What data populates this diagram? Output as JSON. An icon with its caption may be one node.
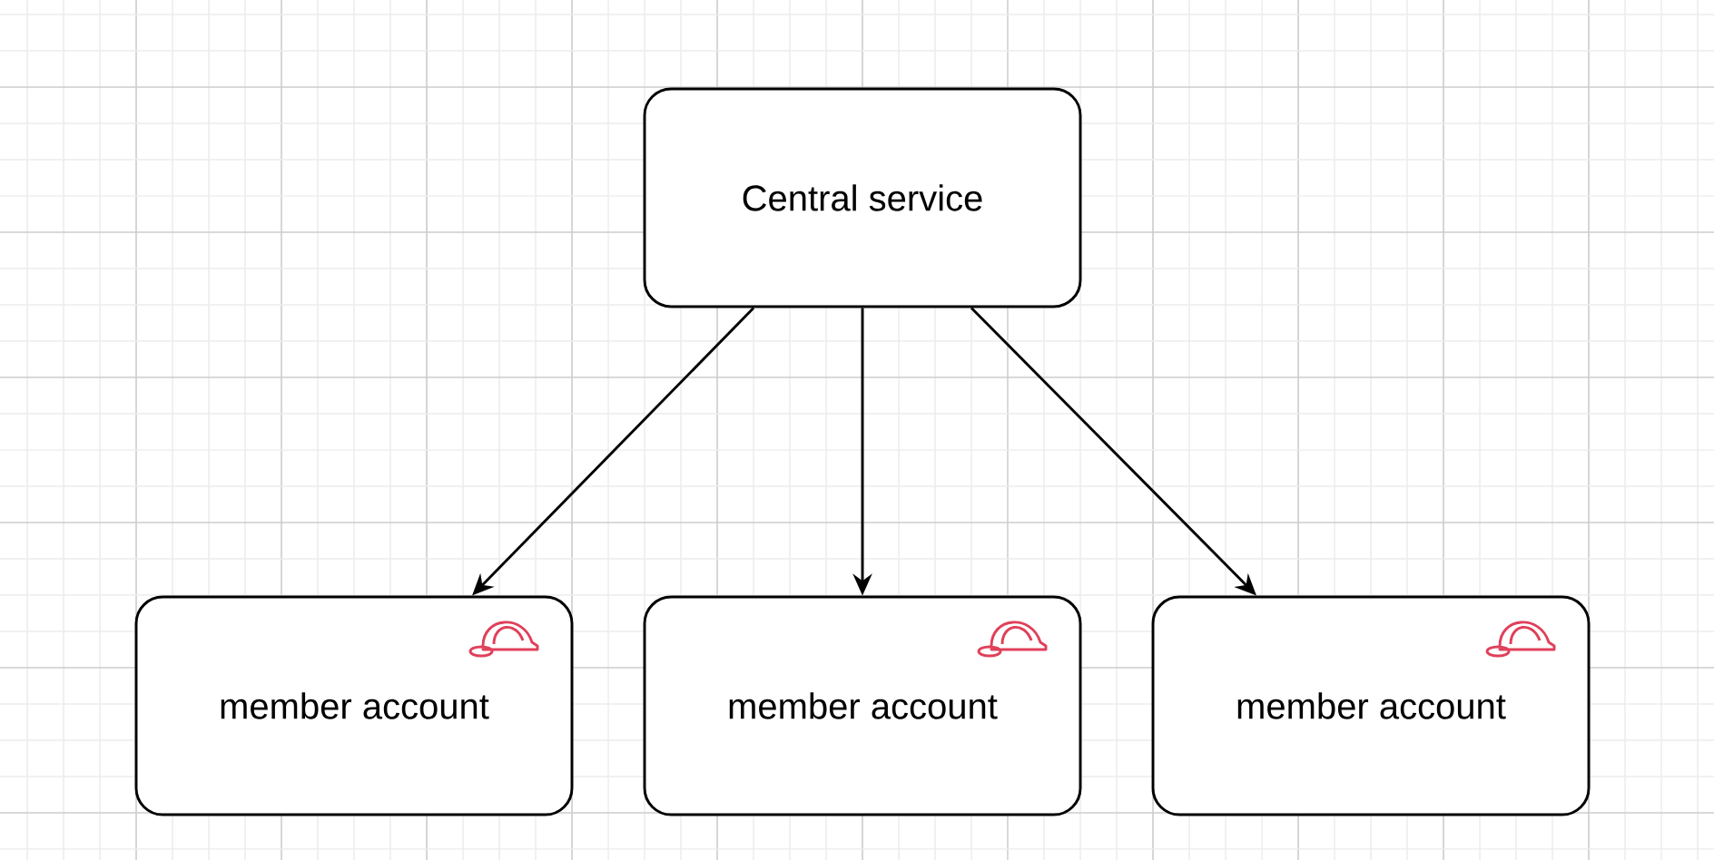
{
  "diagram": {
    "nodes": [
      {
        "text": [
          "Central service"
        ]
      },
      {
        "text": [
          "member account"
        ]
      },
      {
        "text": [
          "member account"
        ]
      },
      {
        "text": [
          "member account"
        ]
      }
    ],
    "edges": [
      {
        "from": 0,
        "to": 1,
        "arrow": "to"
      },
      {
        "from": 0,
        "to": 2,
        "arrow": "to"
      },
      {
        "from": 0,
        "to": 3,
        "arrow": "to"
      }
    ]
  }
}
